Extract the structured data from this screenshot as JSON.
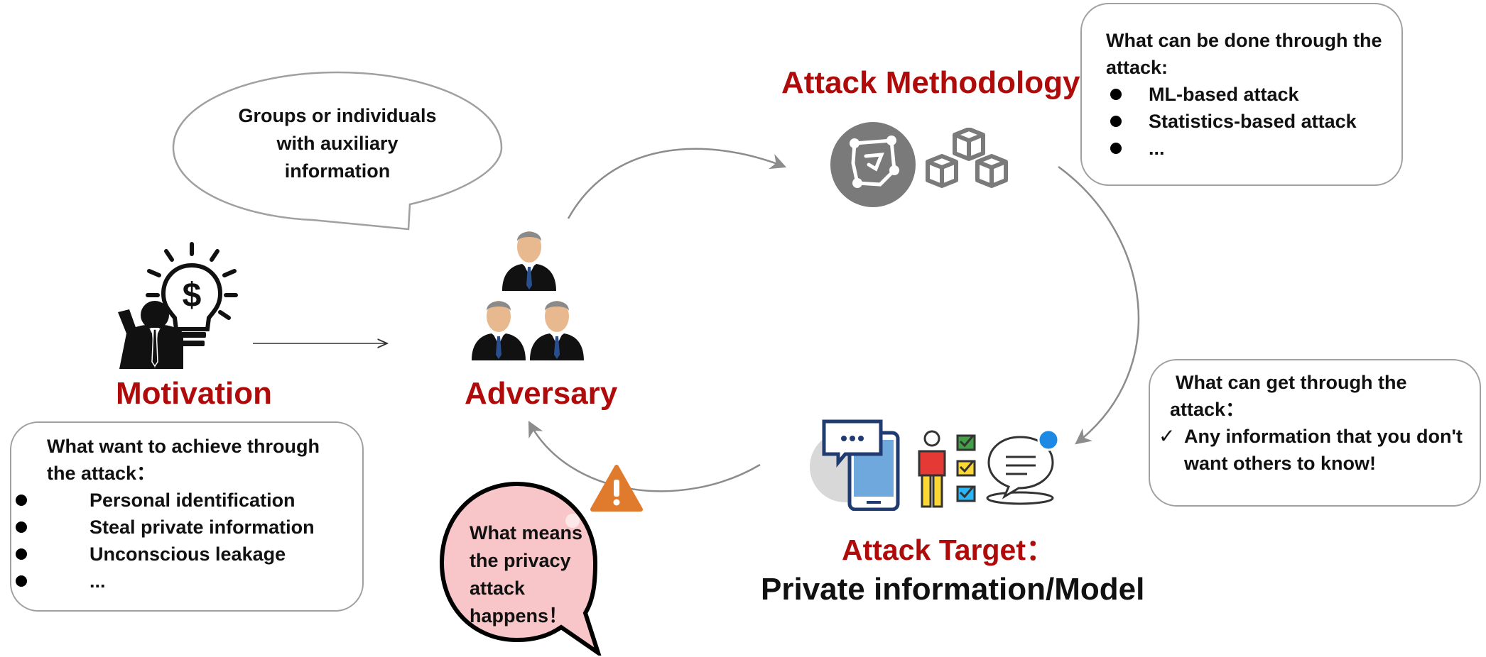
{
  "speech_bubble": {
    "lines": [
      "Groups or individuals",
      "with auxiliary",
      "information"
    ]
  },
  "motivation": {
    "title": "Motivation",
    "box_head_1": "What want to achieve through",
    "box_head_2": "the attack：",
    "items": [
      "Personal identification",
      "Steal private information",
      "Unconscious leakage",
      "..."
    ]
  },
  "adversary": {
    "title": "Adversary"
  },
  "methodology": {
    "title": "Attack Methodology",
    "box_head_1": "What can be done through the",
    "box_head_2": "attack:",
    "items": [
      "ML-based attack",
      "Statistics-based attack",
      "..."
    ]
  },
  "target": {
    "title": "Attack Target：",
    "subtitle": "Private information/Model",
    "box_head_1": "What can get  through the",
    "box_head_2": "attack：",
    "check": "✓",
    "item": "Any information that you don't want others to know!"
  },
  "warning_bubble": {
    "lines": [
      "What means",
      "the privacy",
      "attack",
      "happens！"
    ]
  },
  "colors": {
    "title_red": "#b00b0b",
    "arrow_gray": "#8c8c8c",
    "bubble_pink": "#f8c6c8",
    "warning_orange": "#e07b2e",
    "icon_gray": "#7a7a7a"
  },
  "icons": [
    "lightbulb-dollar-icon",
    "businessman-icon",
    "people-group-icon",
    "ai-network-icon",
    "cubes-icon",
    "phone-chat-icon",
    "person-checklist-icon",
    "chat-bubble-icon",
    "warning-icon"
  ]
}
